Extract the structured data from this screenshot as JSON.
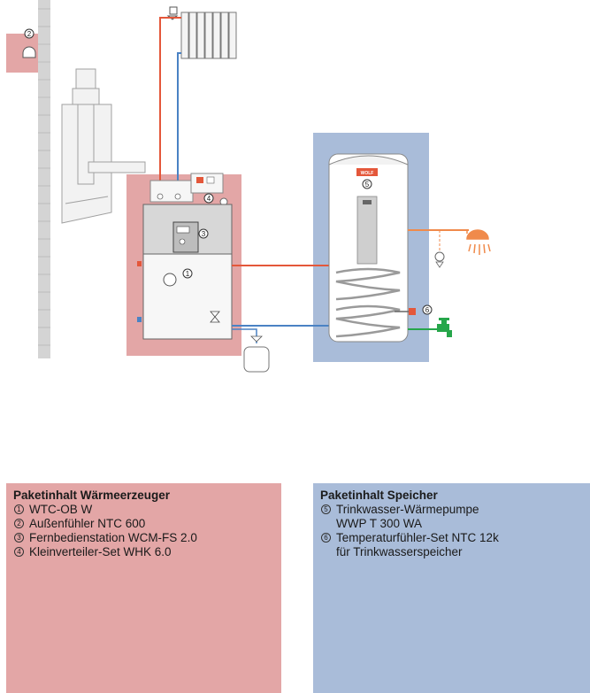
{
  "callouts": {
    "c1": "1",
    "c2": "2",
    "c3": "3",
    "c4": "4",
    "c5": "5",
    "c6": "6"
  },
  "colors": {
    "hot_water": "#e4573a",
    "cold_water": "#4a82c4",
    "mains_cold": "#26a64a",
    "hot_tap": "#f08a4b",
    "heater_zone": "#e3a6a6",
    "storage_zone": "#a9bcd9"
  },
  "tank_brand": "WOLF",
  "panel_heater": {
    "title": "Paketinhalt Wärmeerzeuger",
    "items": [
      {
        "num": "1",
        "text": "WTC-OB W"
      },
      {
        "num": "2",
        "text": "Außenfühler NTC 600"
      },
      {
        "num": "3",
        "text": "Fernbedienstation WCM-FS 2.0"
      },
      {
        "num": "4",
        "text": "Kleinverteiler-Set WHK 6.0"
      }
    ]
  },
  "panel_storage": {
    "title": "Paketinhalt Speicher",
    "items": [
      {
        "num": "5",
        "line1": "Trinkwasser-Wärmepumpe",
        "line2": "WWP T 300 WA"
      },
      {
        "num": "6",
        "line1": "Temperaturfühler-Set NTC 12k",
        "line2": "für Trinkwasserspeicher"
      }
    ]
  }
}
